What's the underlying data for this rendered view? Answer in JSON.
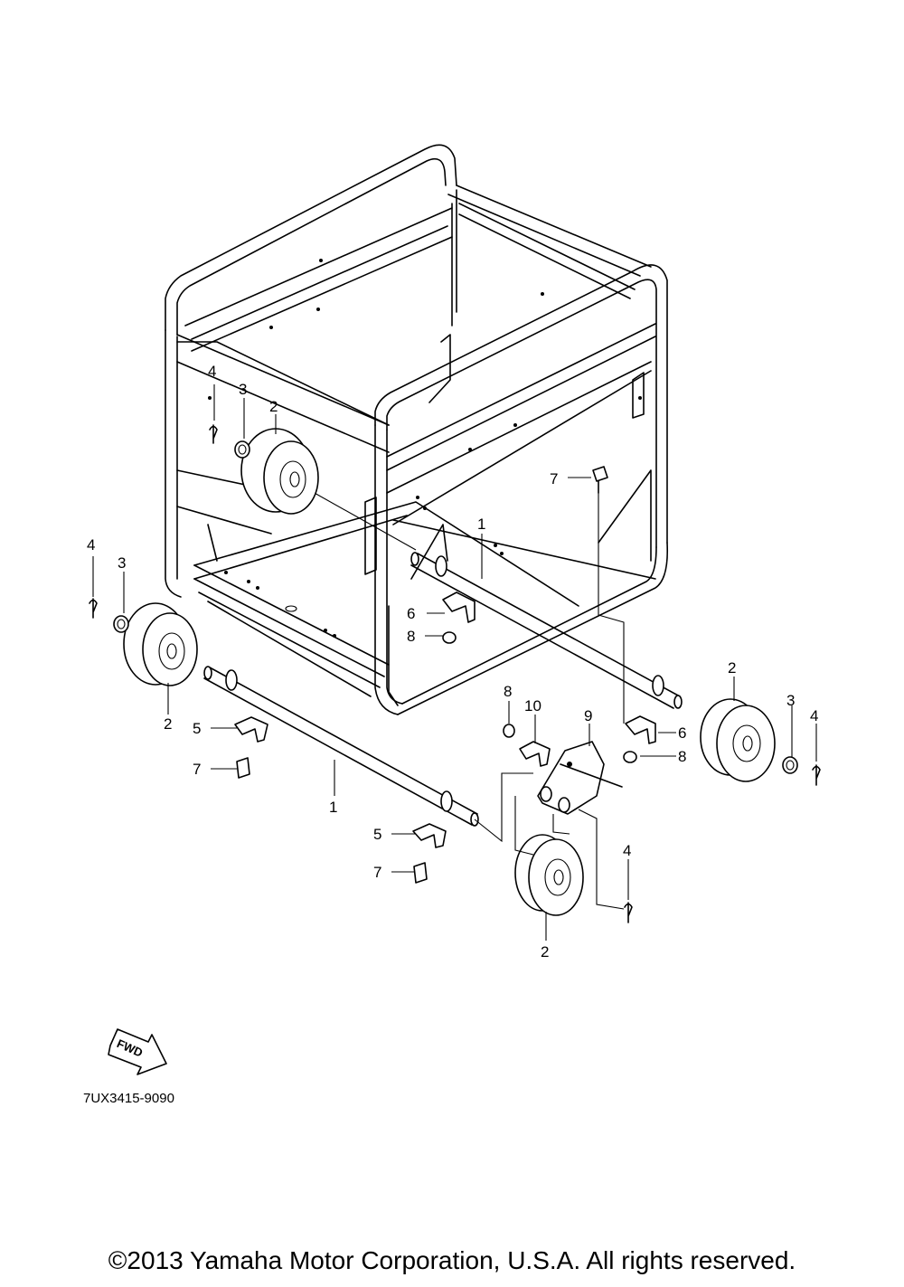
{
  "callouts": {
    "c1a": "1",
    "c1b": "1",
    "c2a": "2",
    "c2b": "2",
    "c2c": "2",
    "c2d": "2",
    "c3a": "3",
    "c3b": "3",
    "c3c": "3",
    "c4a": "4",
    "c4b": "4",
    "c4c": "4",
    "c4d": "4",
    "c5a": "5",
    "c5b": "5",
    "c6a": "6",
    "c6b": "6",
    "c7a": "7",
    "c7b": "7",
    "c7c": "7",
    "c8a": "8",
    "c8b": "8",
    "c8c": "8",
    "c9": "9",
    "c10": "10"
  },
  "fwd_label": "FWD",
  "part_code": "7UX3415-9090",
  "copyright": "©2013 Yamaha Motor Corporation, U.S.A. All rights reserved."
}
